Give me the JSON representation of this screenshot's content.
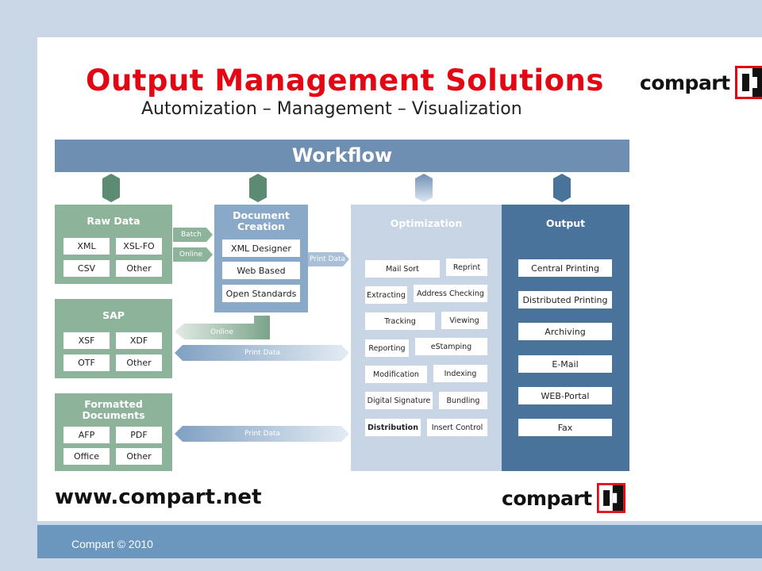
{
  "header": {
    "title": "Output Management Solutions",
    "subtitle": "Automization – Management – Visualization"
  },
  "brand": {
    "logo_text": "compart",
    "url": "www.compart.net"
  },
  "workflow": {
    "label": "Workflow"
  },
  "raw_data": {
    "title": "Raw Data",
    "items": [
      "XML",
      "XSL-FO",
      "CSV",
      "Other"
    ]
  },
  "sap": {
    "title": "SAP",
    "items": [
      "XSF",
      "XDF",
      "OTF",
      "Other"
    ]
  },
  "formatted": {
    "title": "Formatted Documents",
    "items": [
      "AFP",
      "PDF",
      "Office",
      "Other"
    ]
  },
  "doc_creation": {
    "title": "Document Creation",
    "items": [
      "XML Designer",
      "Web Based",
      "Open Standards"
    ]
  },
  "arrows": {
    "batch": "Batch",
    "online": "Online",
    "print_data": "Print Data"
  },
  "optimization": {
    "title": "Optimization",
    "items": [
      "Mail Sort",
      "Reprint",
      "Extracting",
      "Address Checking",
      "Tracking",
      "Viewing",
      "Reporting",
      "eStamping",
      "Modification",
      "Indexing",
      "Digital Signature",
      "Bundling",
      "Distribution",
      "Insert Control"
    ]
  },
  "output": {
    "title": "Output",
    "items": [
      "Central Printing",
      "Distributed Printing",
      "Archiving",
      "E-Mail",
      "WEB-Portal",
      "Fax"
    ]
  },
  "footer": {
    "text": "Compart © 2010"
  },
  "colors": {
    "accent_red": "#e30613",
    "green": "#8eb39b",
    "blue": "#8aa9c9",
    "dark_blue": "#4a739c",
    "light_blue": "#c7d5e4"
  }
}
